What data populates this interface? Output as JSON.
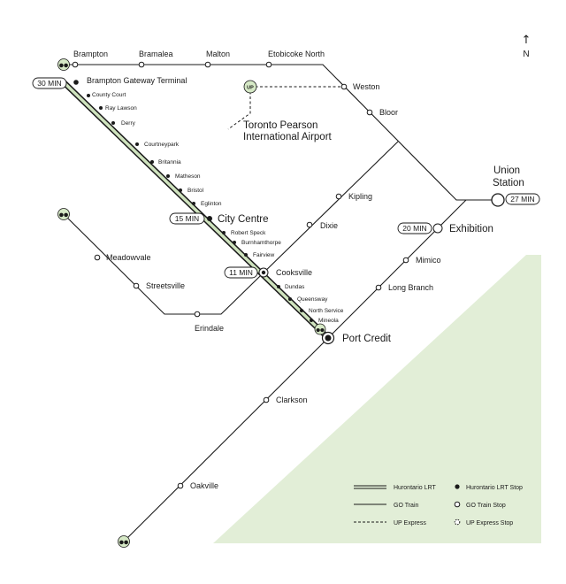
{
  "colors": {
    "land_fill": "#e2eed7",
    "go_line": "#1a1a1a",
    "lrt_fill": "#cfe3be",
    "icon_fill": "#d6e9c6"
  },
  "compass": {
    "arrow": "↑",
    "label": "N"
  },
  "go_stations": {
    "brampton": "Brampton",
    "bramalea": "Bramalea",
    "malton": "Malton",
    "etobicoke_north": "Etobicoke North",
    "weston": "Weston",
    "bloor": "Bloor",
    "kipling": "Kipling",
    "dixie": "Dixie",
    "meadowvale": "Meadowvale",
    "streetsville": "Streetsville",
    "erindale": "Erindale",
    "mimico": "Mimico",
    "long_branch": "Long Branch",
    "clarkson": "Clarkson",
    "oakville": "Oakville",
    "cooksville": "Cooksville",
    "exhibition": "Exhibition",
    "port_credit": "Port Credit"
  },
  "union_station": {
    "line1": "Union",
    "line2": "Station"
  },
  "airport": {
    "line1": "Toronto Pearson",
    "line2": "International Airport",
    "badge": "UP"
  },
  "lrt_stops": {
    "brampton_gateway_terminal": "Brampton Gateway Terminal",
    "county_court": "County Court",
    "ray_lawson": "Ray Lawson",
    "derry": "Derry",
    "courtneypark": "Courtneypark",
    "britannia": "Britannia",
    "matheson": "Matheson",
    "bristol": "Bristol",
    "eglinton": "Eglinton",
    "city_centre": "City Centre",
    "robert_speck": "Robert Speck",
    "burnhamthorpe": "Burnhamthorpe",
    "fairview": "Fairview",
    "dundas": "Dundas",
    "queensway": "Queensway",
    "north_service": "North Service",
    "mineola": "Mineola"
  },
  "travel_times": {
    "brampton_gateway": "30 MIN",
    "city_centre": "15 MIN",
    "cooksville": "11 MIN",
    "exhibition": "20 MIN",
    "union": "27 MIN"
  },
  "legend": {
    "lrt_line": "Hurontario LRT",
    "go_train": "GO Train",
    "up_express": "UP Express",
    "lrt_stop": "Hurontario LRT Stop",
    "go_stop": "GO Train Stop",
    "up_stop": "UP Express Stop"
  }
}
